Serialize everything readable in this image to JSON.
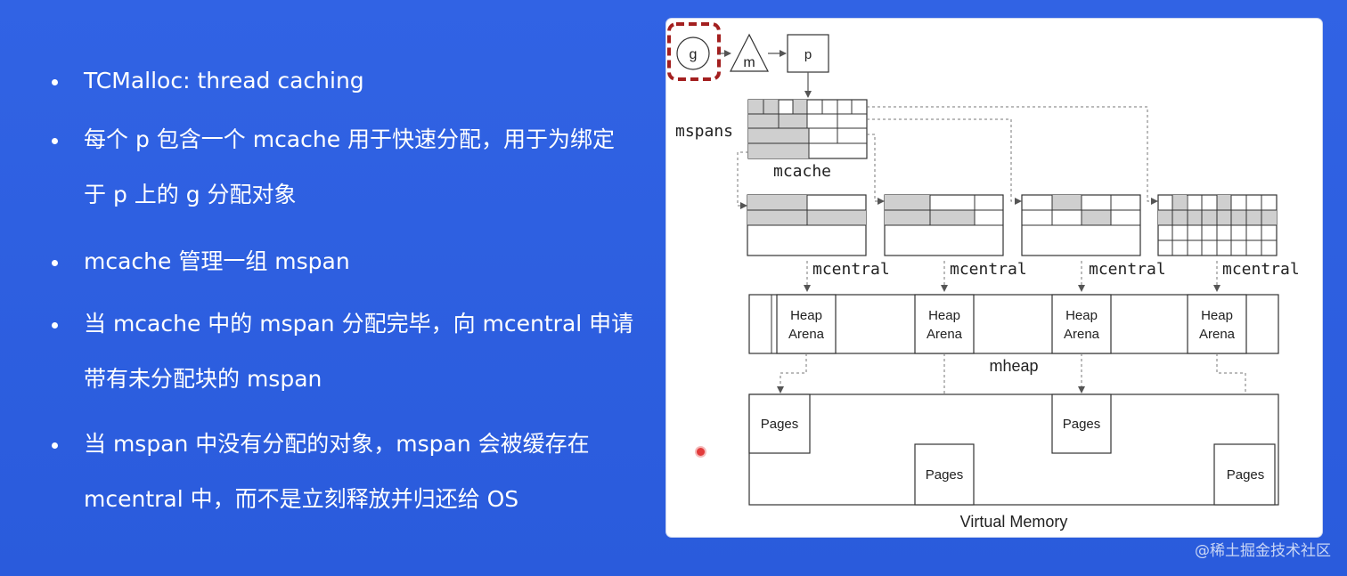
{
  "bullets": [
    {
      "text": "TCMalloc: thread caching"
    },
    {
      "text": "每个 p 包含一个 mcache 用于快速分配，用于为绑定于 p 上的 g 分配对象"
    },
    {
      "text": "mcache 管理一组 mspan"
    },
    {
      "text": "当 mcache 中的 mspan 分配完毕，向 mcentral 申请带有未分配块的 mspan"
    },
    {
      "text": "当 mspan 中没有分配的对象，mspan 会被缓存在 mcentral 中，而不是立刻释放并归还给 OS"
    }
  ],
  "diagram": {
    "g_label": "g",
    "m_label": "m",
    "p_label": "p",
    "mspans_label": "mspans",
    "mcache_label": "mcache",
    "mcentral_labels": [
      "mcentral",
      "mcentral",
      "mcentral",
      "mcentral"
    ],
    "heap_arena_labels": [
      "Heap\nArena",
      "Heap\nArena",
      "Heap\nArena",
      "Heap\nArena"
    ],
    "mheap_label": "mheap",
    "pages_labels": [
      "Pages",
      "Pages",
      "Pages",
      "Pages"
    ],
    "virtual_memory_label": "Virtual Memory"
  },
  "watermark": "@稀土掘金技术社区",
  "colors": {
    "slide_bg": "#2e5fe0",
    "highlight": "#a31f1f",
    "cell_fill": "#cfcfcf"
  }
}
